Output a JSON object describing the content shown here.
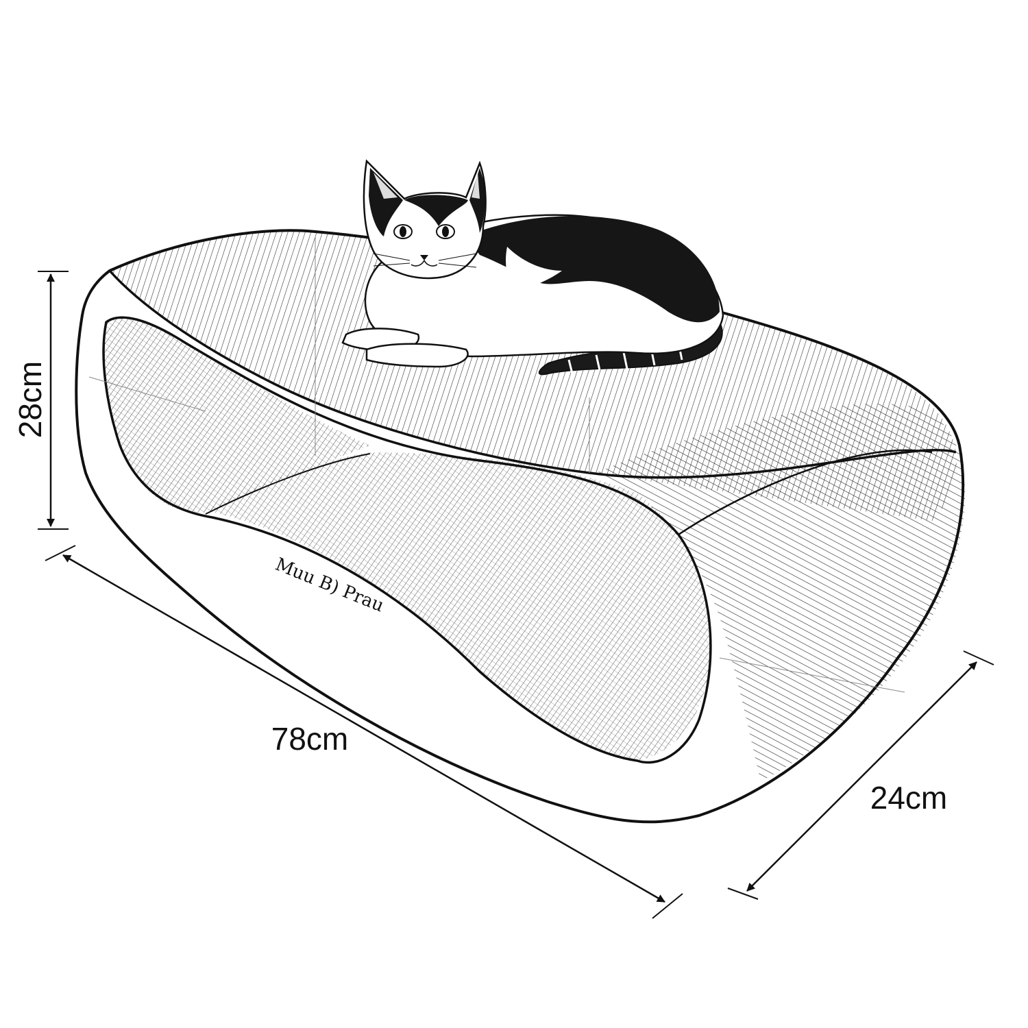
{
  "colors": {
    "ink": "#111111",
    "paper": "#ffffff"
  },
  "dimensions": {
    "height_label": "28cm",
    "length_label": "78cm",
    "depth_label": "24cm"
  },
  "product": {
    "brand_mark": "Muu B) Prau",
    "illustration": "cat-icon"
  }
}
